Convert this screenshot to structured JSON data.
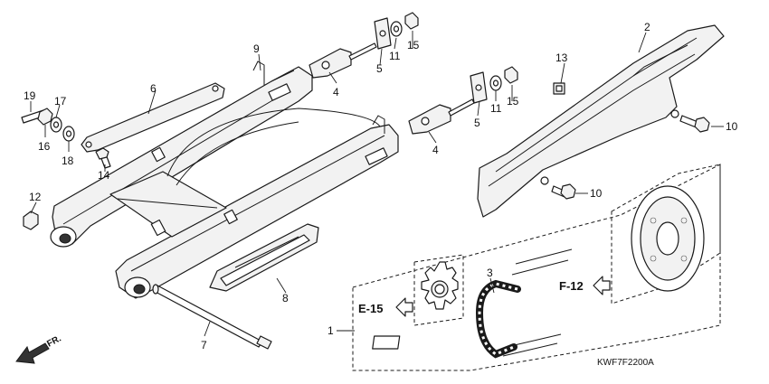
{
  "callouts": {
    "c1": "1",
    "c2": "2",
    "c3": "3",
    "c4a": "4",
    "c4b": "4",
    "c5a": "5",
    "c5b": "5",
    "c6": "6",
    "c7": "7",
    "c8": "8",
    "c9": "9",
    "c10a": "10",
    "c10b": "10",
    "c11a": "11",
    "c11b": "11",
    "c12": "12",
    "c13": "13",
    "c14": "14",
    "c15a": "15",
    "c15b": "15",
    "c16": "16",
    "c17": "17",
    "c18": "18",
    "c19": "19"
  },
  "refs": {
    "e15": "E-15",
    "f12": "F-12"
  },
  "direction": {
    "fr": "FR."
  },
  "diagram_code": "KWF7F2200A"
}
